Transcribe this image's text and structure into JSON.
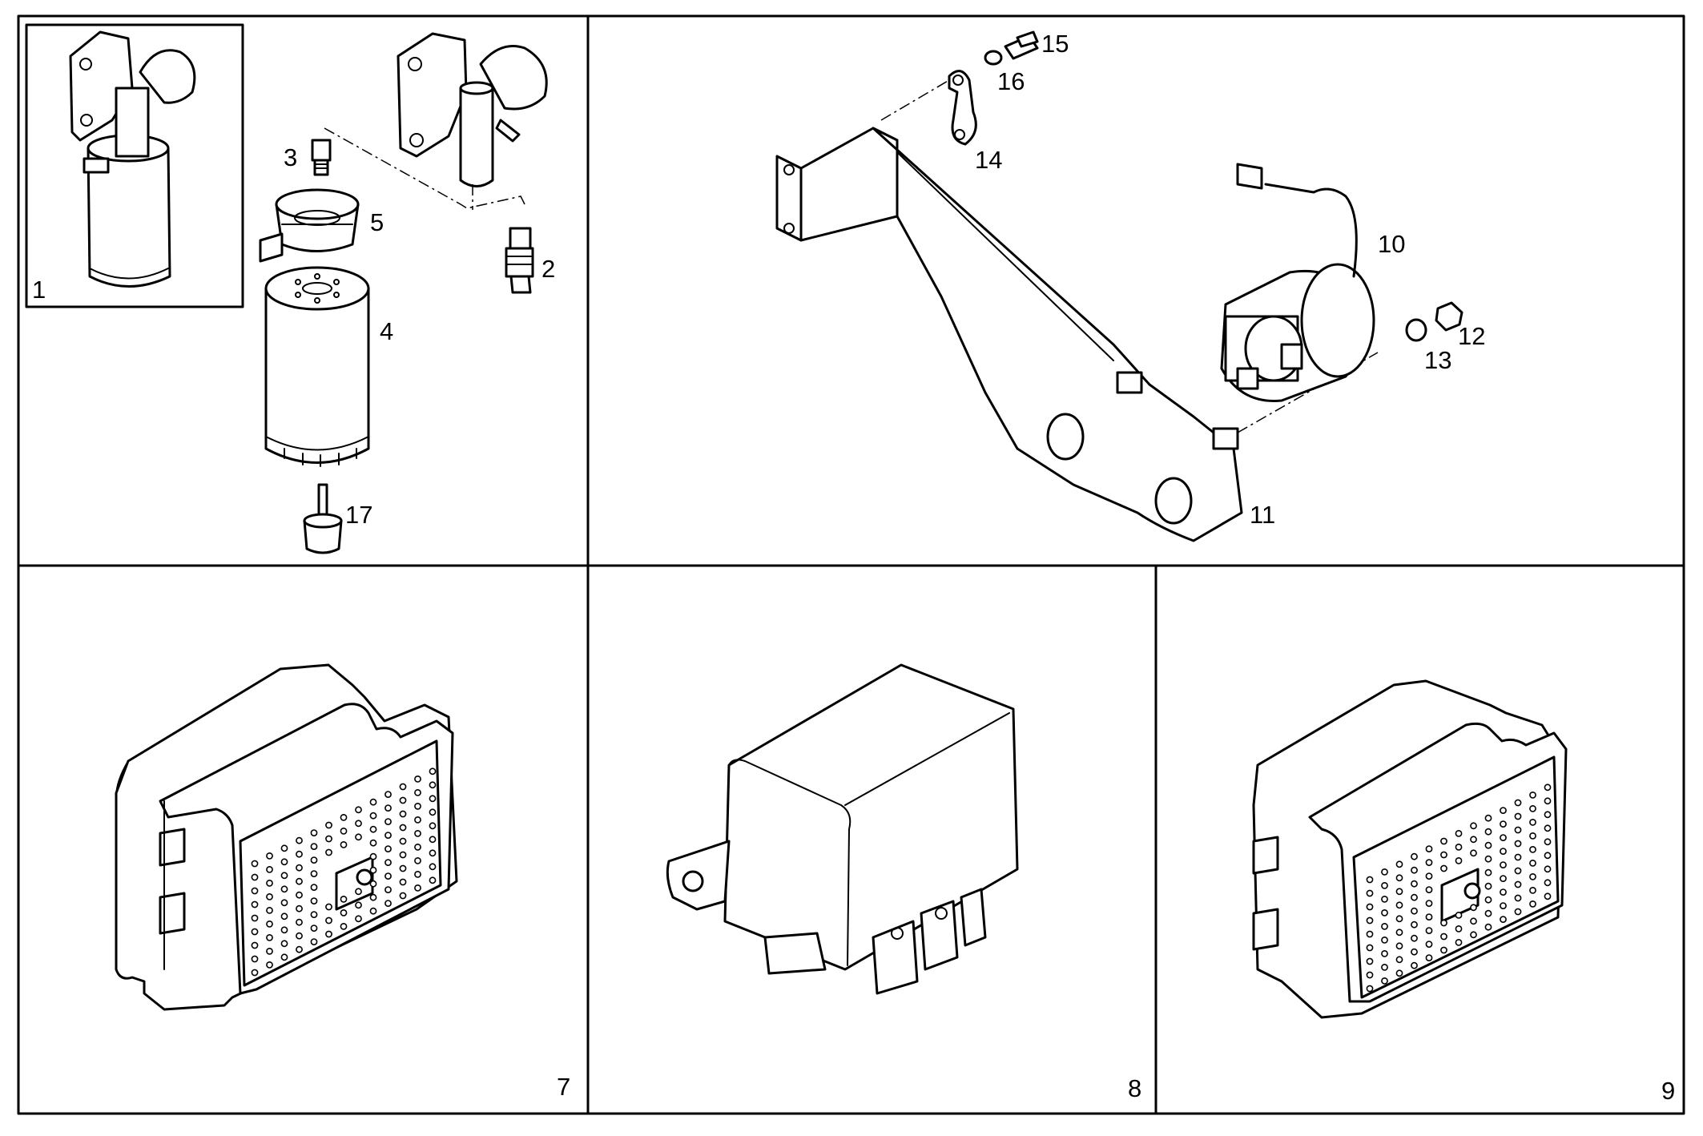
{
  "diagram": {
    "labels": {
      "p1": "1",
      "p2": "2",
      "p3": "3",
      "p4": "4",
      "p5": "5",
      "p7": "7",
      "p8": "8",
      "p9": "9",
      "p10": "10",
      "p11": "11",
      "p12": "12",
      "p13": "13",
      "p14": "14",
      "p15": "15",
      "p16": "16",
      "p17": "17"
    }
  }
}
